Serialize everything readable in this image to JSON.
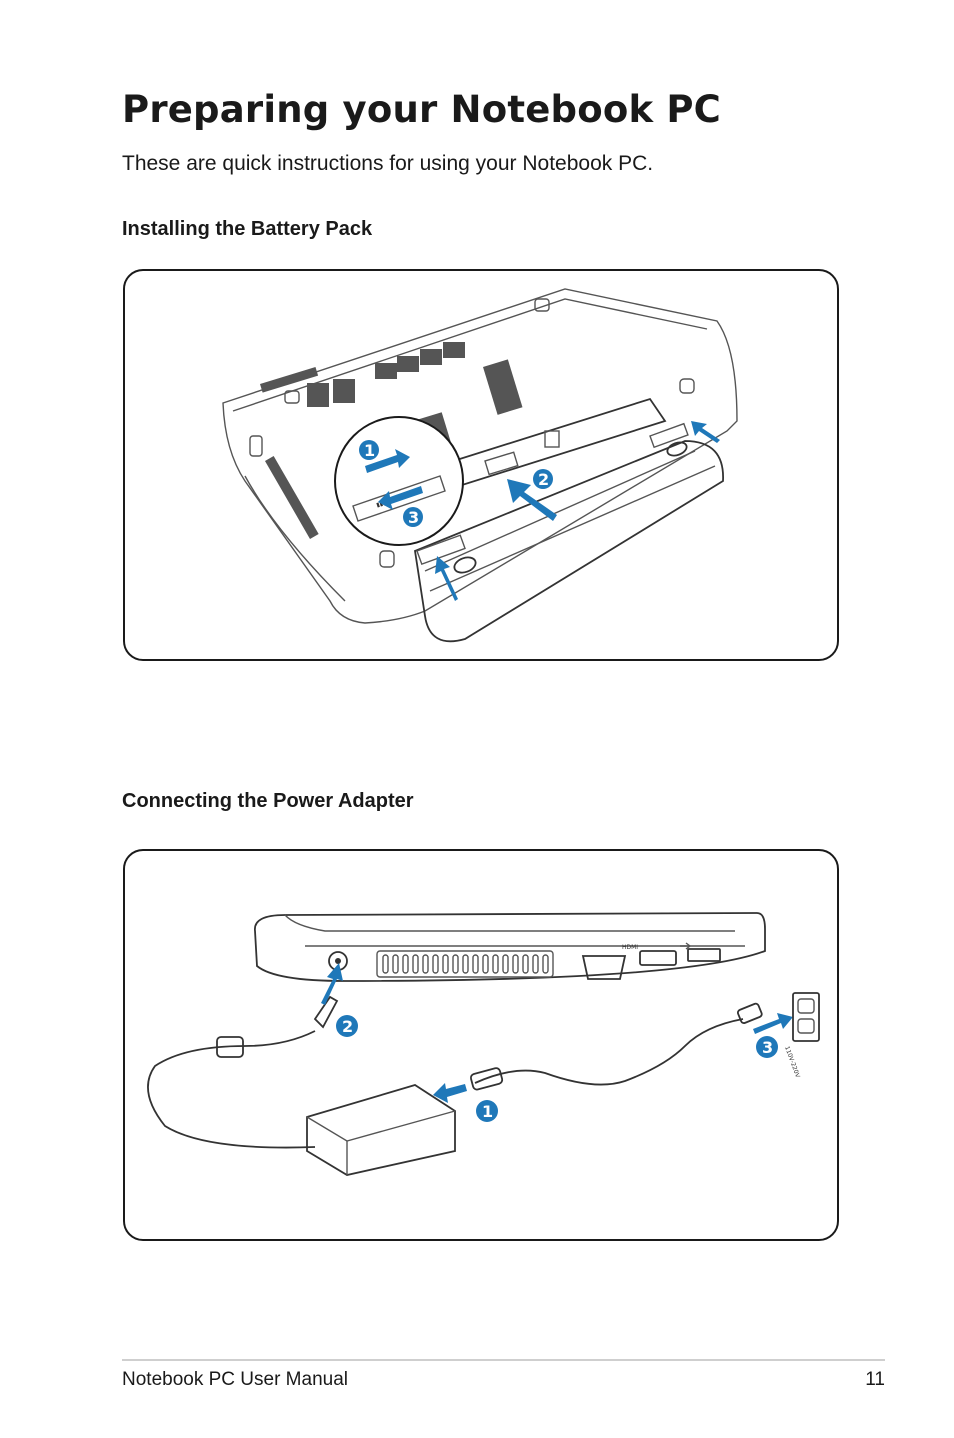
{
  "page": {
    "title": "Preparing your Notebook PC",
    "intro": "These are quick instructions for using your Notebook PC."
  },
  "sections": {
    "battery": {
      "heading": "Installing the Battery Pack",
      "steps": [
        "1",
        "2",
        "3"
      ]
    },
    "power": {
      "heading": "Connecting the Power Adapter",
      "steps": [
        "1",
        "2",
        "3"
      ],
      "port_labels": {
        "hdmi": "HDMI",
        "voltage": "110V-220V"
      }
    }
  },
  "colors": {
    "accent": "#1f78b9",
    "text": "#1a1a1a"
  },
  "footer": {
    "manual_name": "Notebook PC User Manual",
    "page_number": "11"
  }
}
